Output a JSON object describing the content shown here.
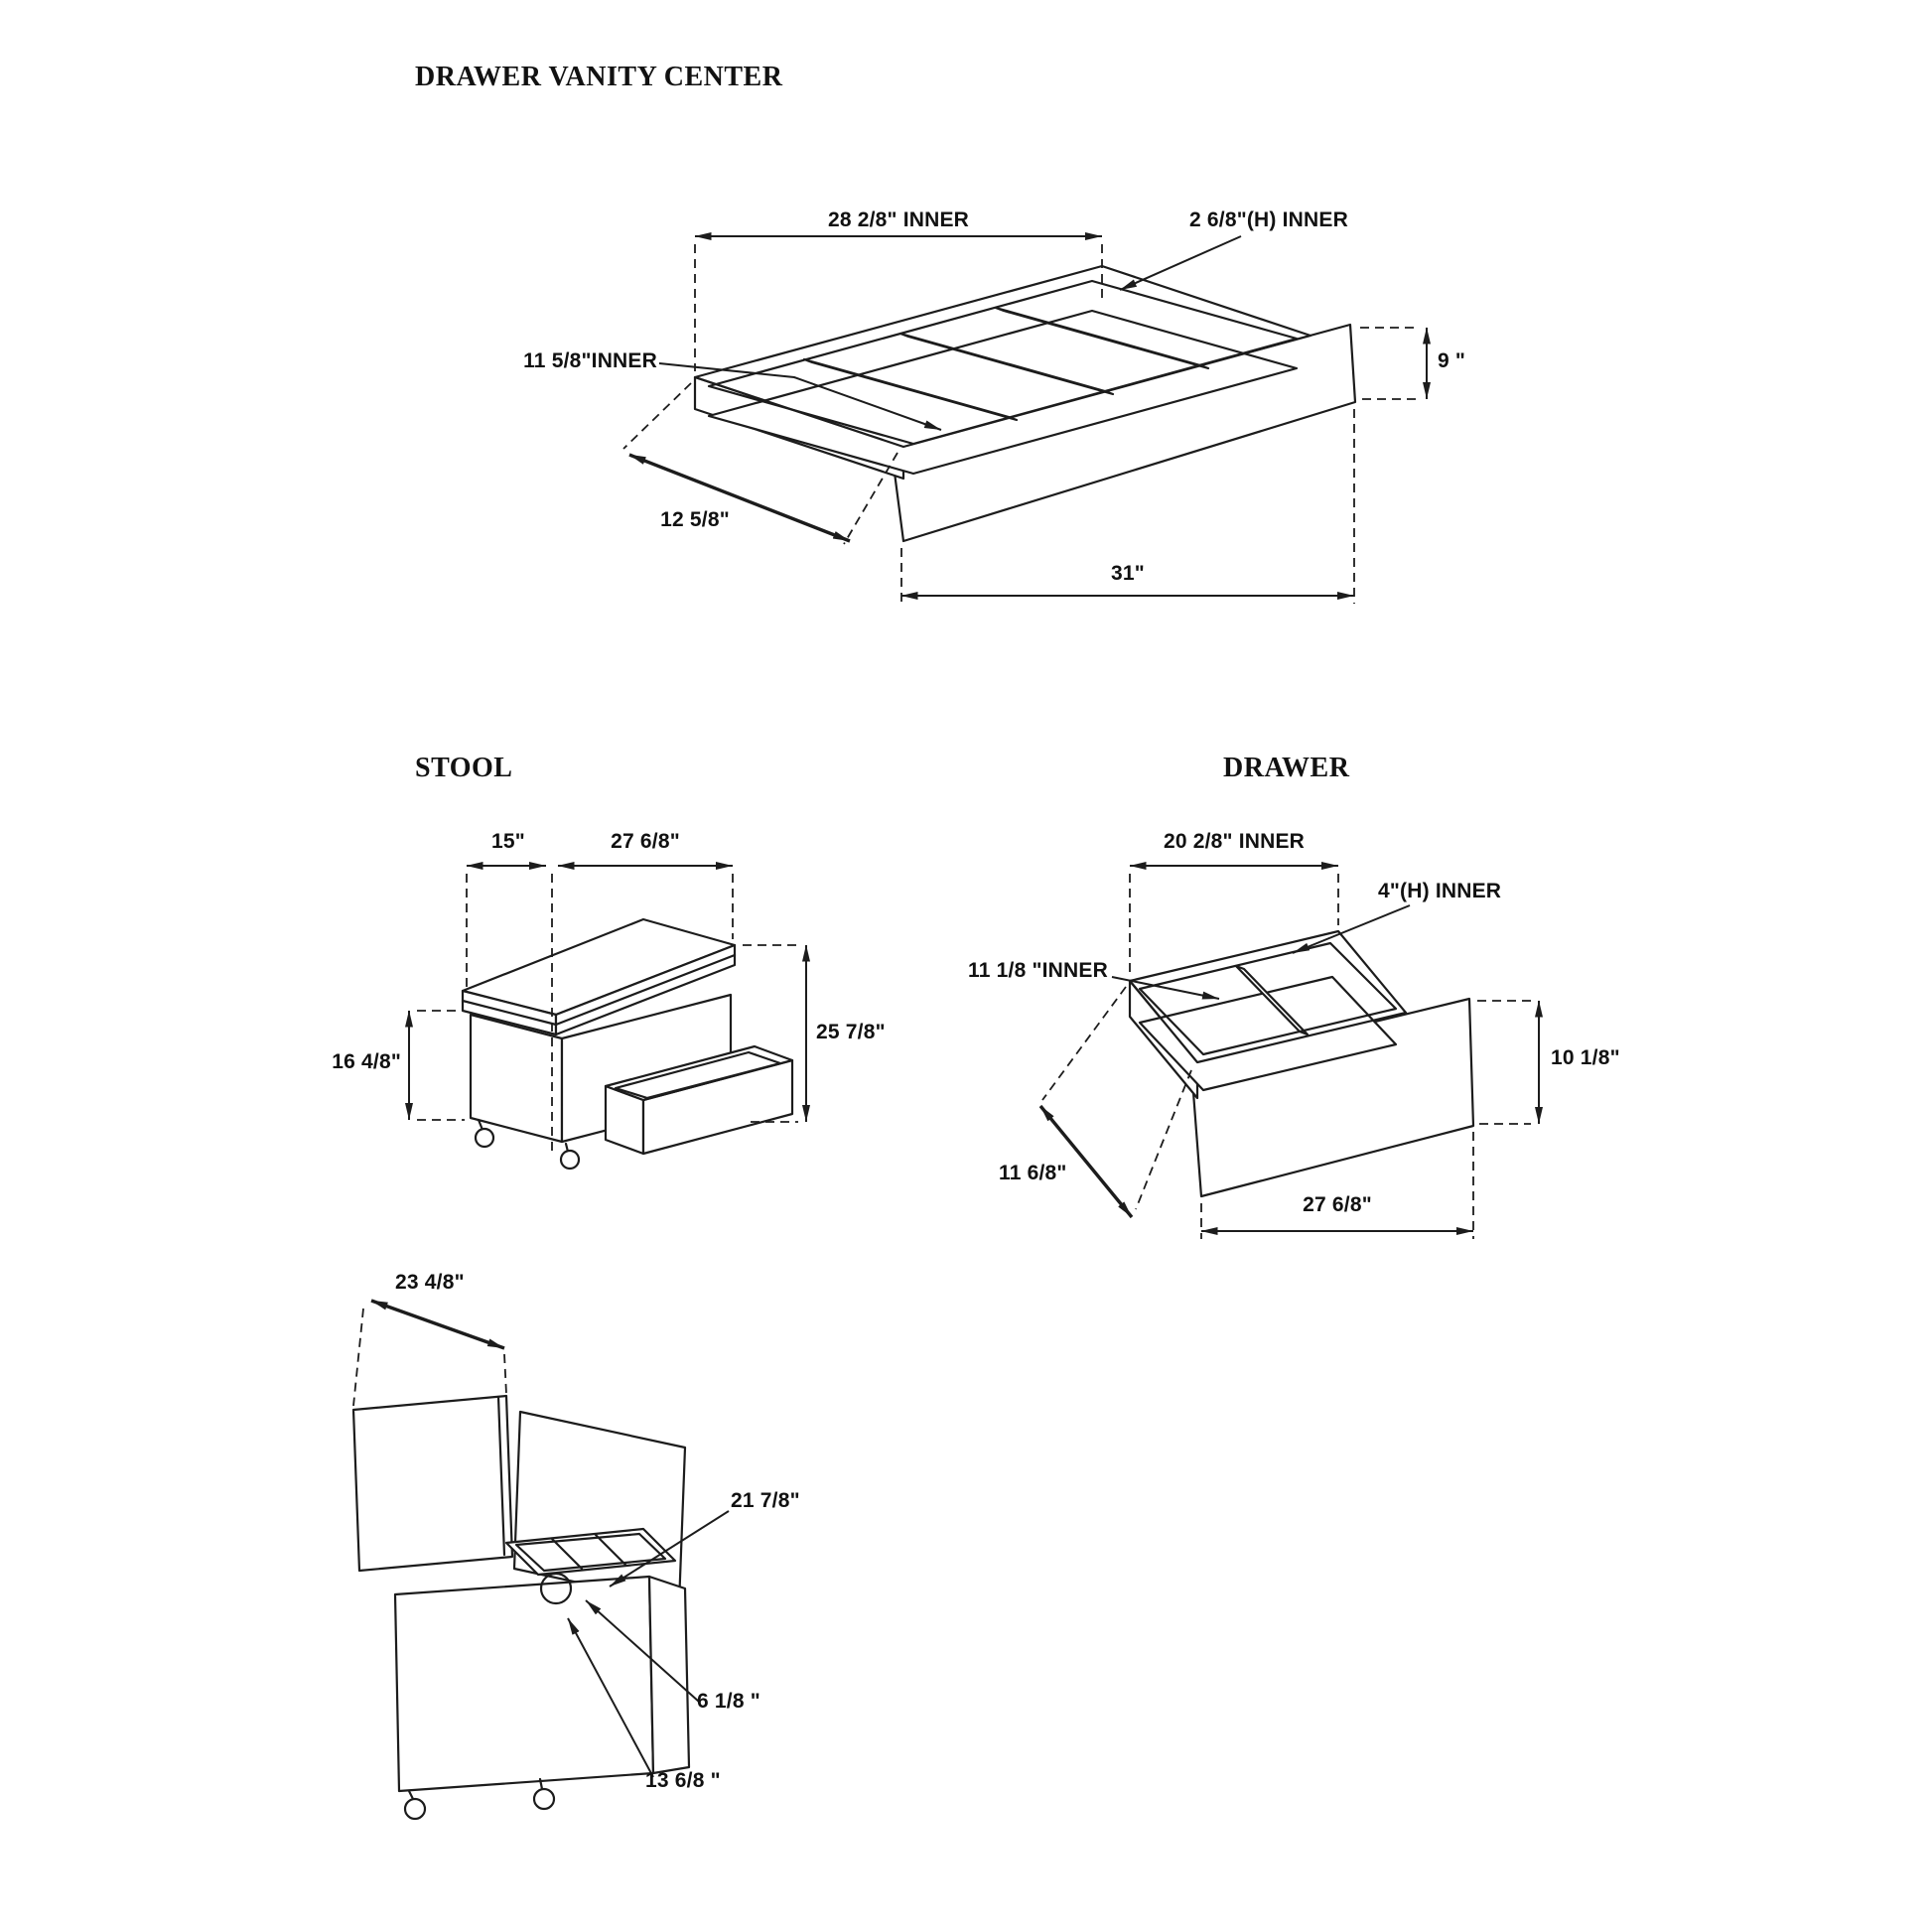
{
  "page": {
    "background": "#ffffff",
    "ink": "#1c1c1c"
  },
  "sections": {
    "vanity": {
      "title": "DRAWER VANITY CENTER",
      "dims": {
        "inner_width": "28 2/8\" INNER",
        "inner_height": "2 6/8\"(H) INNER",
        "inner_depth": "11 5/8\"INNER",
        "front_height": "9 \"",
        "tray_depth": "12 5/8\"",
        "front_width": "31\""
      }
    },
    "stool": {
      "title": "STOOL",
      "closed": {
        "top_depth": "15\"",
        "top_width": "27 6/8\"",
        "seat_height": "16 4/8\"",
        "total_height": "25 7/8\""
      },
      "open": {
        "lid_depth": "23 4/8\"",
        "inner_width": "21 7/8\"",
        "inner_depth": "6 1/8 \"",
        "inner_length": "13 6/8 \""
      }
    },
    "drawer": {
      "title": "DRAWER",
      "dims": {
        "inner_width": "20 2/8\" INNER",
        "inner_height": "4\"(H) INNER",
        "inner_depth": "11 1/8 \"INNER",
        "front_height": "10 1/8\"",
        "side_depth": "11 6/8\"",
        "front_width": "27 6/8\""
      }
    }
  }
}
